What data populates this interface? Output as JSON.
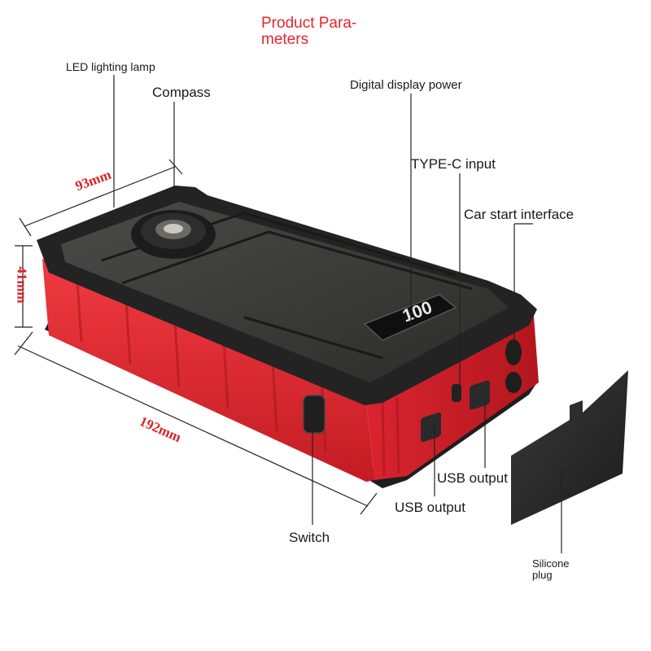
{
  "title": "Product Parameters",
  "title_display": [
    "Product Para-",
    "meters"
  ],
  "labels": {
    "led_lamp": "LED lighting lamp",
    "compass": "Compass",
    "digital_display": "Digital display power",
    "type_c": "TYPE-C input",
    "car_start": "Car start interface",
    "usb_output_1": "USB output",
    "usb_output_2": "USB output",
    "switch": "Switch",
    "silicone_plug": [
      "Silicone",
      "plug"
    ]
  },
  "dimensions": {
    "width": "93mm",
    "height": "41mm",
    "length": "192mm"
  },
  "display_reading": "100",
  "colors": {
    "title": "#e8262c",
    "dimension_text": "#d8222a",
    "housing_red": "#e0262f",
    "housing_dark": "#2b2b2b",
    "top_panel": "#3a3a38"
  }
}
